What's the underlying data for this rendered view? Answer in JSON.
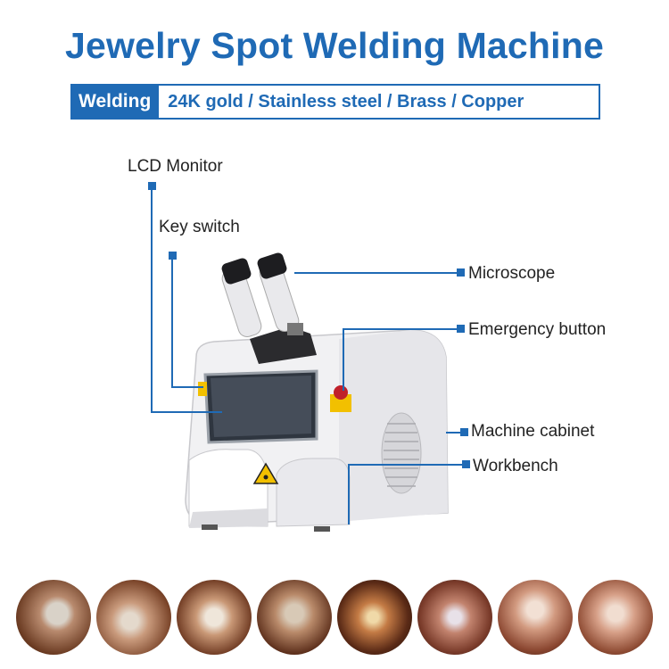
{
  "title": "Jewelry Spot Welding Machine",
  "badge": {
    "label": "Welding",
    "materials": "24K gold / Stainless steel / Brass / Copper"
  },
  "callouts": {
    "lcd": "LCD Monitor",
    "key": "Key switch",
    "microscope": "Microscope",
    "emergency": "Emergency button",
    "cabinet": "Machine cabinet",
    "workbench": "Workbench"
  },
  "colors": {
    "accent": "#1f6ab5"
  }
}
